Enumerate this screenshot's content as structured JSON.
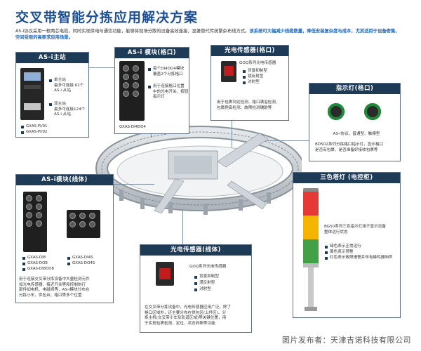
{
  "title": "交叉带智能分拣应用解决方案",
  "intro": {
    "part1": "AS-i协议采用一根两芯电缆，同时实现供电与通信功能，能够将现场分散的设备高效连接，显著替代传统繁杂布线方式。",
    "part2": "该系统可大幅减少线缆数量，降低安装复杂度与成本，尤其适用于设备密集、空间受限的高要求应用场景。"
  },
  "asi_master": {
    "header": "AS-i主站",
    "bullet1": "单主站\n最多可连接 62个\nAS-i 从站",
    "bullet2": "双主站\n最多可连接124个\nAS-i 从站",
    "model1": "GXAS-PI/01",
    "model2": "GXAS-PI/02"
  },
  "asi_module_grid": {
    "header": "AS-i 模块(格口)",
    "bullet1": "每个DI4DO4模块\n覆盖2个分拣格口",
    "bullet2": "用于连接格口位置\n中的光电开关、按钮\n指示灯",
    "model": "GXAS-DI4DO4"
  },
  "photo_sensor_grid": {
    "header": "光电传感器(格口)",
    "product": "GOQ系列光电传感器",
    "bullet1": "背景抑制型",
    "bullet2": "镜反射型",
    "bullet3": "对射型",
    "desc": "用于包裹到达检测、格口满溢检测、\n包裹爬高检测、故障检测辅助等"
  },
  "indicator_light": {
    "header": "指示灯(格口)",
    "line1": "AS-i协议、普通型、触摸型",
    "line2": "BD502系列分拣格口指示灯，显示格口\n是否有包裹、是否准备好接收包裹等"
  },
  "asi_module_line": {
    "header": "AS-i模块(线体)",
    "model1": "GXAS-DI8",
    "model2": "GXAS-DO8",
    "model3": "GXAS-DI8DO8",
    "model4": "GXAS-DI4S",
    "model5": "GXAS-DO4S",
    "desc": "用于连接交叉带分拣设备中大量检测元件\n如光电传感器、接近开关等和控制执行\n部件如电机、电磁阀等，AS-i模块分布在\n分拣小车、供包台、格口等多个位置"
  },
  "tower_light": {
    "header": "三色塔灯 (电控柜)",
    "desc": "BG50系列三色指示灯用于显示设备\n整体运行状态",
    "bullet1": "绿色表示正常运行",
    "bullet2": "黄色表示预警",
    "bullet3": "红色表示故障报警并伴有蜂鸣器响声"
  },
  "photo_sensor_line": {
    "header": "光电传感器(线体)",
    "product": "GOQ系列光电传感器",
    "bullet1": "背景抑制型",
    "bullet2": "漫反射型",
    "bullet3": "对射型",
    "desc": "在交叉带分拣设备中，光电传感器应用广泛，除了\n格口区域外，还主要分布在供包区(上件区)、分\n拣主机(交叉带小车及轨道区域)等关键位置，用\n于实现包裹检测、定位、状态判断等功能"
  },
  "watermark": "图片发布者：天津吉诺科技有限公司",
  "colors": {
    "header_bg": "#1d3a57",
    "title": "#1c4f96",
    "highlight": "#1a66c2",
    "tower_red": "#e53935",
    "tower_yellow": "#f4b400",
    "tower_green": "#43a047"
  }
}
